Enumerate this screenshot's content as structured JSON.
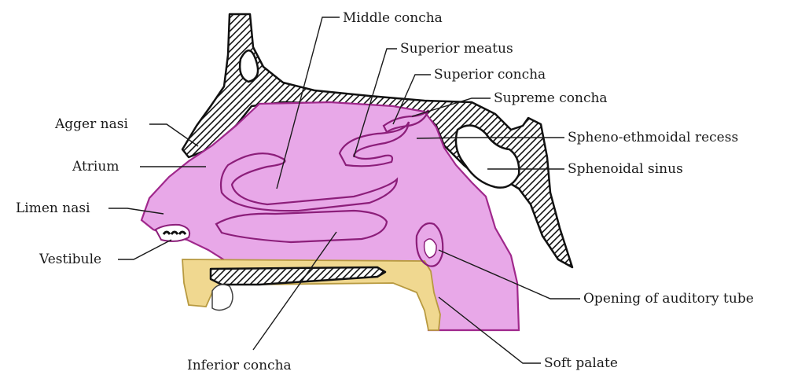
{
  "labels": {
    "middle_concha": "Middle concha",
    "superior_meatus": "Superior meatus",
    "superior_concha": "Superior concha",
    "supreme_concha": "Supreme concha",
    "agger_nasi": "Agger nasi",
    "spheno_ethmoidal_recess": "Spheno-ethmoidal recess",
    "atrium": "Atrium",
    "sphenoidal_sinus": "Sphenoidal sinus",
    "limen_nasi": "Limen nasi",
    "vestibule": "Vestibule",
    "opening_of_auditory_tube": "Opening of auditory tube",
    "inferior_concha": "Inferior concha",
    "soft_palate": "Soft palate"
  },
  "colors": {
    "mucosa": "#e8a8e8",
    "mucosa_outline": "#a0288c",
    "bone_hatch": "#111111",
    "palate": "#f0d890",
    "sinus_interior": "#ffffff"
  }
}
